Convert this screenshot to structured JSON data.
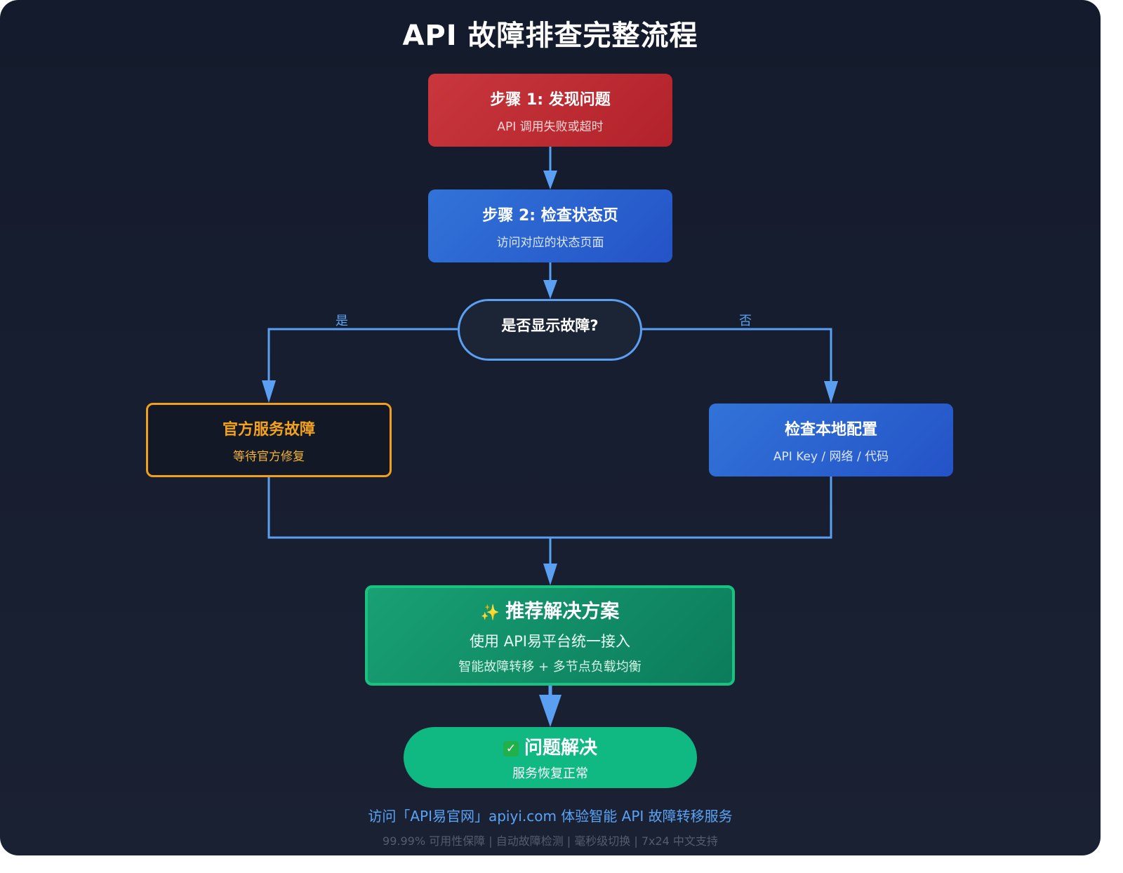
{
  "title": "API 故障排查完整流程",
  "nodes": {
    "step1": {
      "title": "步骤 1: 发现问题",
      "sub": "API 调用失败或超时"
    },
    "step2": {
      "title": "步骤 2: 检查状态页",
      "sub": "访问对应的状态页面"
    },
    "decision": {
      "title": "是否显示故障?"
    },
    "official": {
      "title": "官方服务故障",
      "sub": "等待官方修复"
    },
    "local": {
      "title": "检查本地配置",
      "sub": "API Key / 网络 / 代码"
    },
    "solution": {
      "icon": "sparkles-icon",
      "title": "推荐解决方案",
      "sub1": "使用 API易平台统一接入",
      "sub2": "智能故障转移 + 多节点负载均衡"
    },
    "resolved": {
      "icon": "check-mark-icon",
      "title": "问题解决",
      "sub": "服务恢复正常"
    }
  },
  "branches": {
    "yes": "是",
    "no": "否"
  },
  "footer": {
    "main": "访问「API易官网」apiyi.com 体验智能 API 故障转移服务",
    "sub": "99.99% 可用性保障 | 自动故障检测 | 毫秒级切换 | 7x24 中文支持"
  },
  "colors": {
    "background": "#141b2c",
    "error_red": "#c9373d",
    "step_blue": "#2d67d6",
    "warning_orange": "#f0a01b",
    "success_green": "#10b882",
    "connector_blue": "#5b9ff2"
  }
}
